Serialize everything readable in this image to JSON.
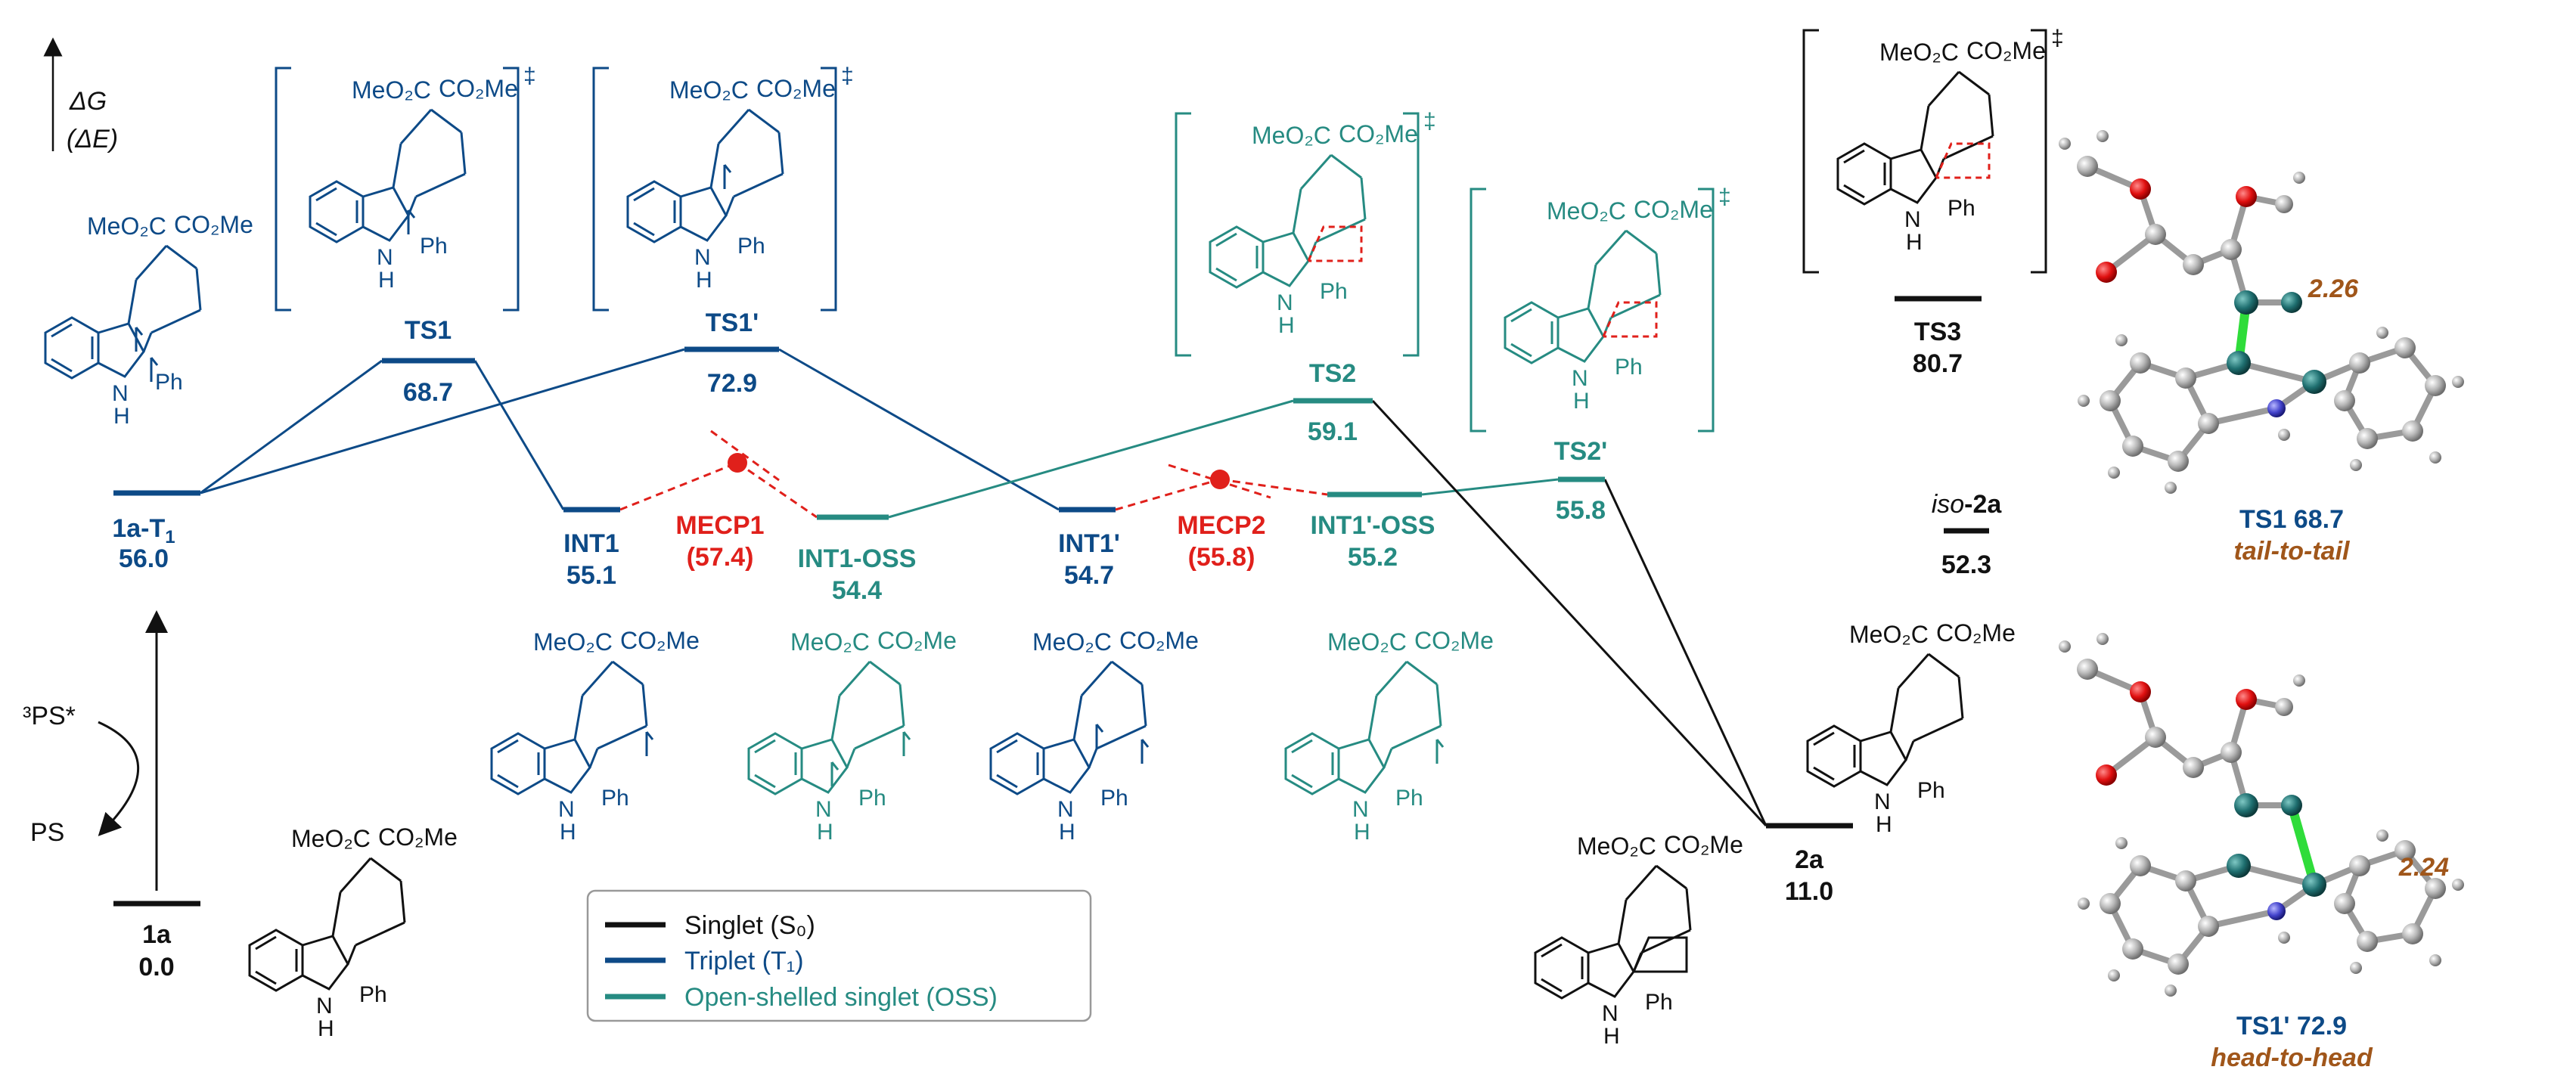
{
  "colors": {
    "singlet": "#111111",
    "triplet": "#0d4a87",
    "oss": "#268b82",
    "mecp": "#e0201b",
    "ts_label_orange": "#a0561a",
    "green_bond": "#2fdc3a"
  },
  "axis": {
    "dG": "ΔG",
    "dE": "(ΔE)"
  },
  "levels": {
    "s1a": {
      "name": "1a",
      "value": "0.0"
    },
    "t1": {
      "name": "1a-T",
      "sub": "1",
      "value": "56.0"
    },
    "ts1": {
      "name": "TS1",
      "value": "68.7"
    },
    "ts1p": {
      "name": "TS1'",
      "value": "72.9"
    },
    "int1": {
      "name": "INT1",
      "value": "55.1"
    },
    "mecp1": {
      "name": "MECP1",
      "value": "(57.4)"
    },
    "int1oss": {
      "name": "INT1-OSS",
      "value": "54.4"
    },
    "int1p": {
      "name": "INT1'",
      "value": "54.7"
    },
    "mecp2": {
      "name": "MECP2",
      "value": "(55.8)"
    },
    "int1poss": {
      "name": "INT1'-OSS",
      "value": "55.2"
    },
    "ts2": {
      "name": "TS2",
      "value": "59.1"
    },
    "ts2p": {
      "name": "TS2'",
      "value": "55.8"
    },
    "ts3": {
      "name": "TS3",
      "value": "80.7"
    },
    "iso2a": {
      "name_italic": "iso",
      "name_rest": "-2a",
      "value": "52.3"
    },
    "p2a": {
      "name": "2a",
      "value": "11.0"
    }
  },
  "excitation": {
    "ps_star": "³PS*",
    "ps": "PS"
  },
  "legend": [
    {
      "label": "Singlet (S₀)"
    },
    {
      "label": "Triplet (T₁)"
    },
    {
      "label": "Open-shelled singlet (OSS)"
    }
  ],
  "chem": {
    "meo2c": "MeO₂C",
    "co2me": "CO₂Me",
    "ph": "Ph",
    "nh_n": "N",
    "nh_h": "H",
    "dagger": "‡"
  },
  "structures_3d": [
    {
      "title": "TS1 68.7",
      "subtitle": "tail-to-tail",
      "distance": "2.26"
    },
    {
      "title": "TS1' 72.9",
      "subtitle": "head-to-head",
      "distance": "2.24"
    }
  ]
}
